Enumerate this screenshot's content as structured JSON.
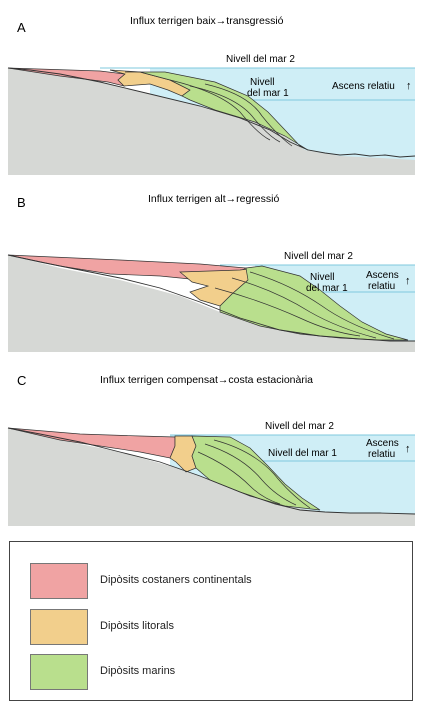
{
  "panels": [
    {
      "letter": "A",
      "title": "Influx terrigen baix→transgressió",
      "sea_level_2": "Nivell del mar 2",
      "sea_level_1_line1": "Nivell",
      "sea_level_1_line2": "del mar 1",
      "rise_label_line1": "Ascens relatiu",
      "rise_label_line2": "",
      "arrow": "↑"
    },
    {
      "letter": "B",
      "title": "Influx terrigen alt→regressió",
      "sea_level_2": "Nivell del mar 2",
      "sea_level_1_line1": "Nivell",
      "sea_level_1_line2": "del mar 1",
      "rise_label_line1": "Ascens",
      "rise_label_line2": "relatiu",
      "arrow": "↑"
    },
    {
      "letter": "C",
      "title": "Influx terrigen compensat→costa estacionària",
      "sea_level_2": "Nivell del mar 2",
      "sea_level_1_line1": "Nivell del mar 1",
      "sea_level_1_line2": "",
      "rise_label_line1": "Ascens",
      "rise_label_line2": "relatiu",
      "arrow": "↑"
    }
  ],
  "legend": [
    {
      "label": "Dipòsits costaners continentals",
      "color": "#f0a3a3"
    },
    {
      "label": "Dipòsits litorals",
      "color": "#f2cf8c"
    },
    {
      "label": "Dipòsits marins",
      "color": "#b9df8d"
    }
  ],
  "colors": {
    "sea": "#cfeef6",
    "sea_line": "#7fc8de",
    "ground": "#d6d8d5",
    "outline": "#333333"
  }
}
